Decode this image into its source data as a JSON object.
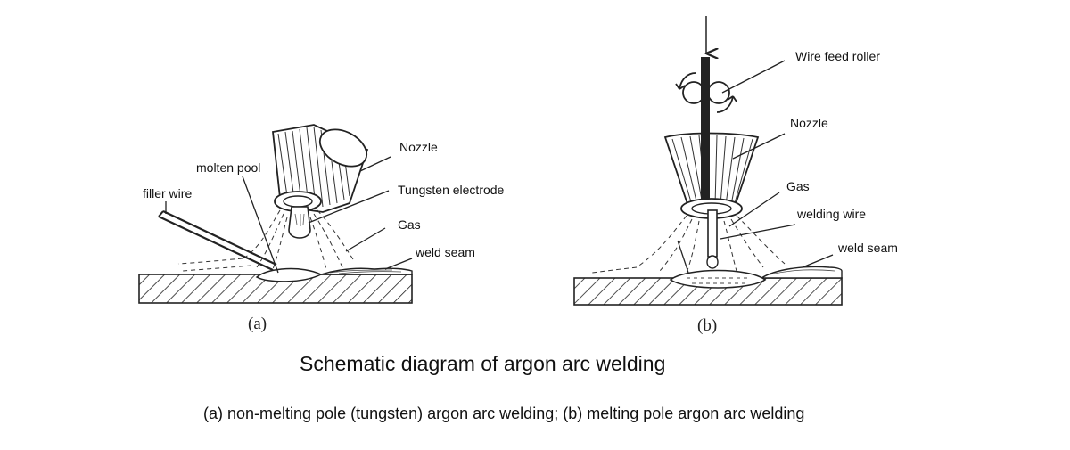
{
  "diagram_a": {
    "nozzle": "Nozzle",
    "molten_pool": "molten pool",
    "filler_wire": "filler wire",
    "tungsten_electrode": "Tungsten electrode",
    "gas": "Gas",
    "weld_seam": "weld seam",
    "sublabel": "(a)"
  },
  "diagram_b": {
    "wire_feed_roller": "Wire feed roller",
    "nozzle": "Nozzle",
    "gas": "Gas",
    "welding_wire": "welding wire",
    "weld_seam": "weld seam",
    "sublabel": "(b)"
  },
  "title": "Schematic diagram of argon arc welding",
  "caption": "(a) non-melting pole (tungsten) argon arc welding; (b) melting pole argon arc welding"
}
